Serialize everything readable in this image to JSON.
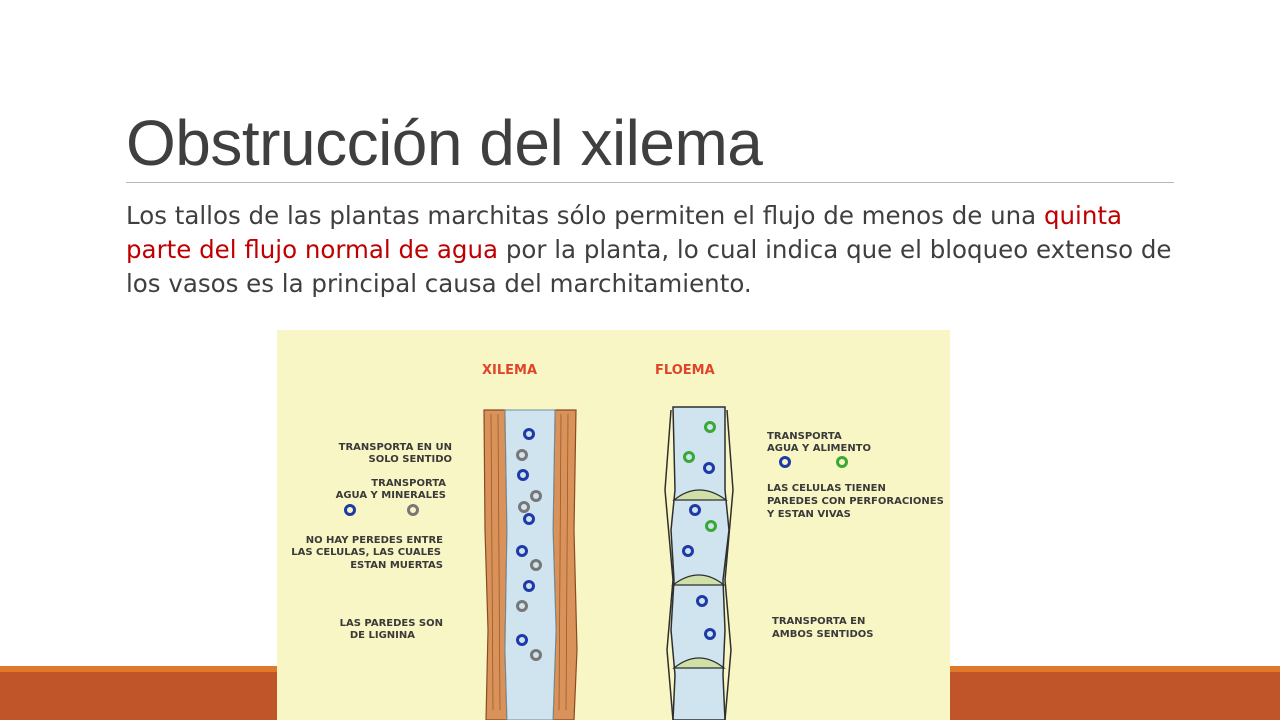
{
  "slide": {
    "title": "Obstrucción del xilema",
    "paragraph": {
      "before": "Los tallos de las plantas marchitas sólo permiten el flujo de menos de una ",
      "highlight": "quinta parte del flujo normal de agua",
      "after": " por la planta, lo cual indica que el bloqueo extenso de los vasos es la principal causa del marchitamiento."
    }
  },
  "colors": {
    "title": "#3f3f3f",
    "highlight": "#c00000",
    "footer_bar": "#bf5528",
    "footer_stripe": "#e07a2a",
    "diagram_bg": "#f8f6c4"
  },
  "diagram": {
    "xylem_header": "XILEMA",
    "phloem_header": "FLOEMA",
    "xylem_labels": {
      "one_way_1": "TRANSPORTA EN UN",
      "one_way_2": "SOLO SENTIDO",
      "carries_1": "TRANSPORTA",
      "carries_2": "AGUA Y MINERALES",
      "dead_1": "NO HAY PEREDES ENTRE",
      "dead_2": "LAS CELULAS, LAS CUALES",
      "dead_3": "ESTAN MUERTAS",
      "walls_1": "LAS PAREDES SON",
      "walls_2": "DE LIGNINA"
    },
    "phloem_labels": {
      "carries_1": "TRANSPORTA",
      "carries_2": "AGUA Y ALIMENTO",
      "alive_1": "LAS CELULAS TIENEN",
      "alive_2": "PAREDES CON PERFORACIONES",
      "alive_3": "Y ESTAN VIVAS",
      "both_1": "TRANSPORTA EN",
      "both_2": "AMBOS SENTIDOS"
    }
  }
}
